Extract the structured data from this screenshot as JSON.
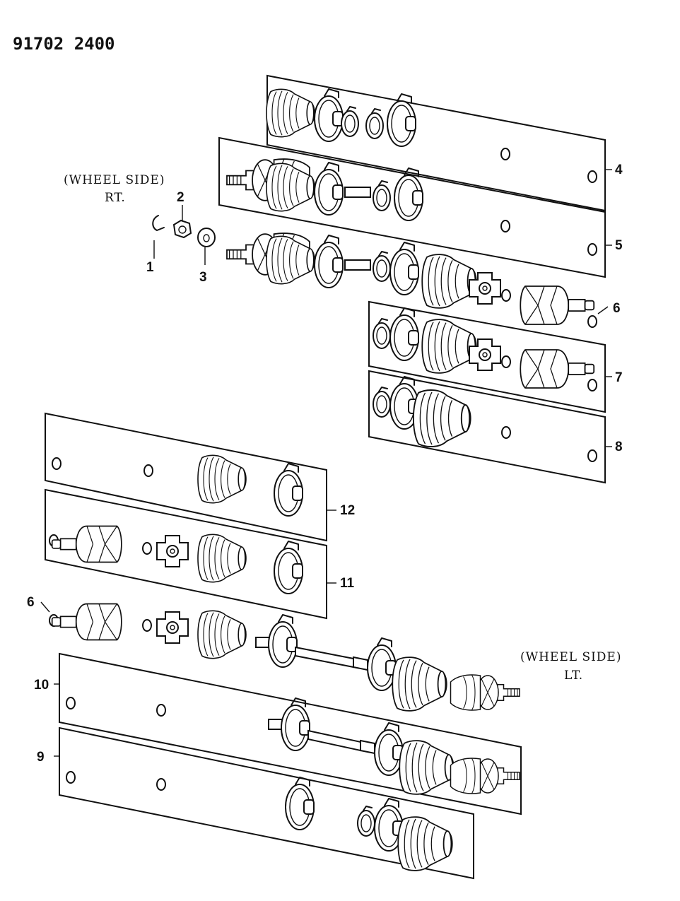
{
  "header": {
    "part_number": "91702 2400"
  },
  "labels": {
    "right_side_line1": "(WHEEL SIDE)",
    "right_side_line2": "RT.",
    "left_side_line1": "(WHEEL SIDE)",
    "left_side_line2": "LT."
  },
  "callouts": {
    "c1": "1",
    "c2": "2",
    "c3": "3",
    "c4": "4",
    "c5": "5",
    "c6a": "6",
    "c6b": "6",
    "c7": "7",
    "c8": "8",
    "c9": "9",
    "c10": "10",
    "c11": "11",
    "c12": "12"
  }
}
